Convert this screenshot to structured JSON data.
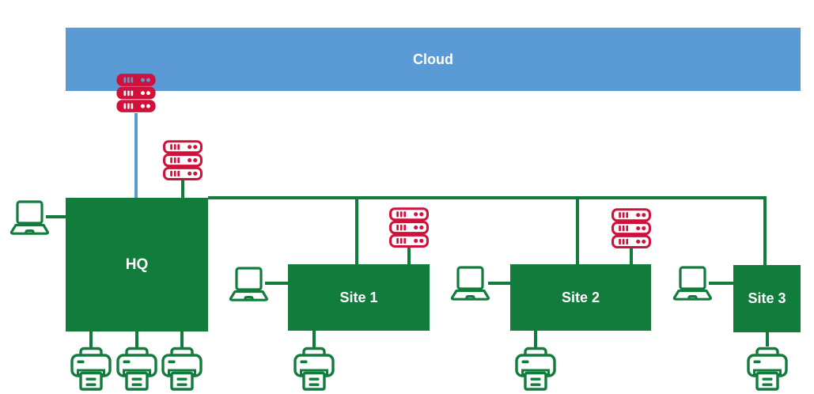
{
  "diagram": {
    "type": "network-topology-diagram",
    "cloud": {
      "label": "Cloud"
    },
    "hq": {
      "label": "HQ"
    },
    "sites": [
      {
        "label": "Site 1"
      },
      {
        "label": "Site 2"
      },
      {
        "label": "Site 3"
      }
    ],
    "icons": {
      "server_racks": 4,
      "laptops": 4,
      "printers": 6
    },
    "colors": {
      "cloud_bar": "#5B9BD5",
      "boxes_and_lines": "#127C3D",
      "server_rack": "#D0113B",
      "label_text": "#FFFFFF",
      "cloud_link_line": "#5B9BD5"
    },
    "connections": [
      {
        "from": "cloud-server-rack",
        "to": "HQ",
        "style": "blue-line"
      },
      {
        "from": "hq-server-rack",
        "to": "HQ",
        "style": "green-line"
      },
      {
        "from": "HQ",
        "to": "Site 1",
        "style": "green-bus"
      },
      {
        "from": "HQ",
        "to": "Site 2",
        "style": "green-bus"
      },
      {
        "from": "HQ",
        "to": "Site 3",
        "style": "green-bus"
      },
      {
        "from": "site1-server-rack",
        "to": "Site 1",
        "style": "green-line"
      },
      {
        "from": "site2-server-rack",
        "to": "Site 2",
        "style": "green-line"
      },
      {
        "from": "laptops",
        "to": "HQ / Site 1 / Site 2 / Site 3",
        "style": "green-line"
      },
      {
        "from": "printers",
        "to": "HQ (3) / Site 1 / Site 2 / Site 3",
        "style": "green-line"
      }
    ]
  }
}
